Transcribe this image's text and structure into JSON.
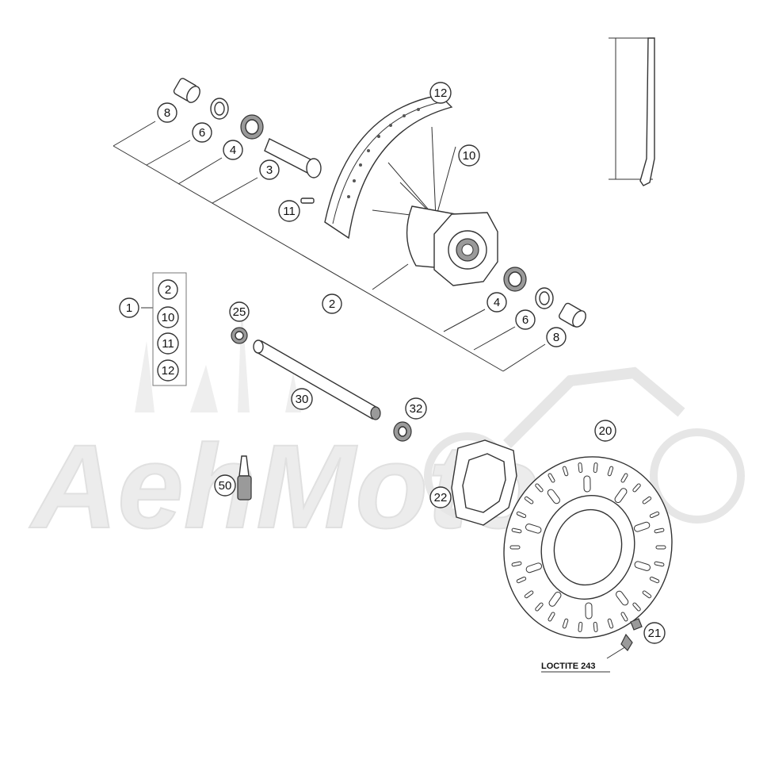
{
  "watermark": {
    "text": "AehMoto"
  },
  "callouts": {
    "c8_top": "8",
    "c6_top": "6",
    "c4_top": "4",
    "c3": "3",
    "c12": "12",
    "c10": "10",
    "c11": "11",
    "c2": "2",
    "c4_bot": "4",
    "c6_bot": "6",
    "c8_bot": "8",
    "c1": "1",
    "c1_list": [
      "2",
      "10",
      "11",
      "12"
    ],
    "c25": "25",
    "c30": "30",
    "c32": "32",
    "c50": "50",
    "c20": "20",
    "c22": "22",
    "c21": "21"
  },
  "note": {
    "loctite": "LOCTITE 243"
  }
}
